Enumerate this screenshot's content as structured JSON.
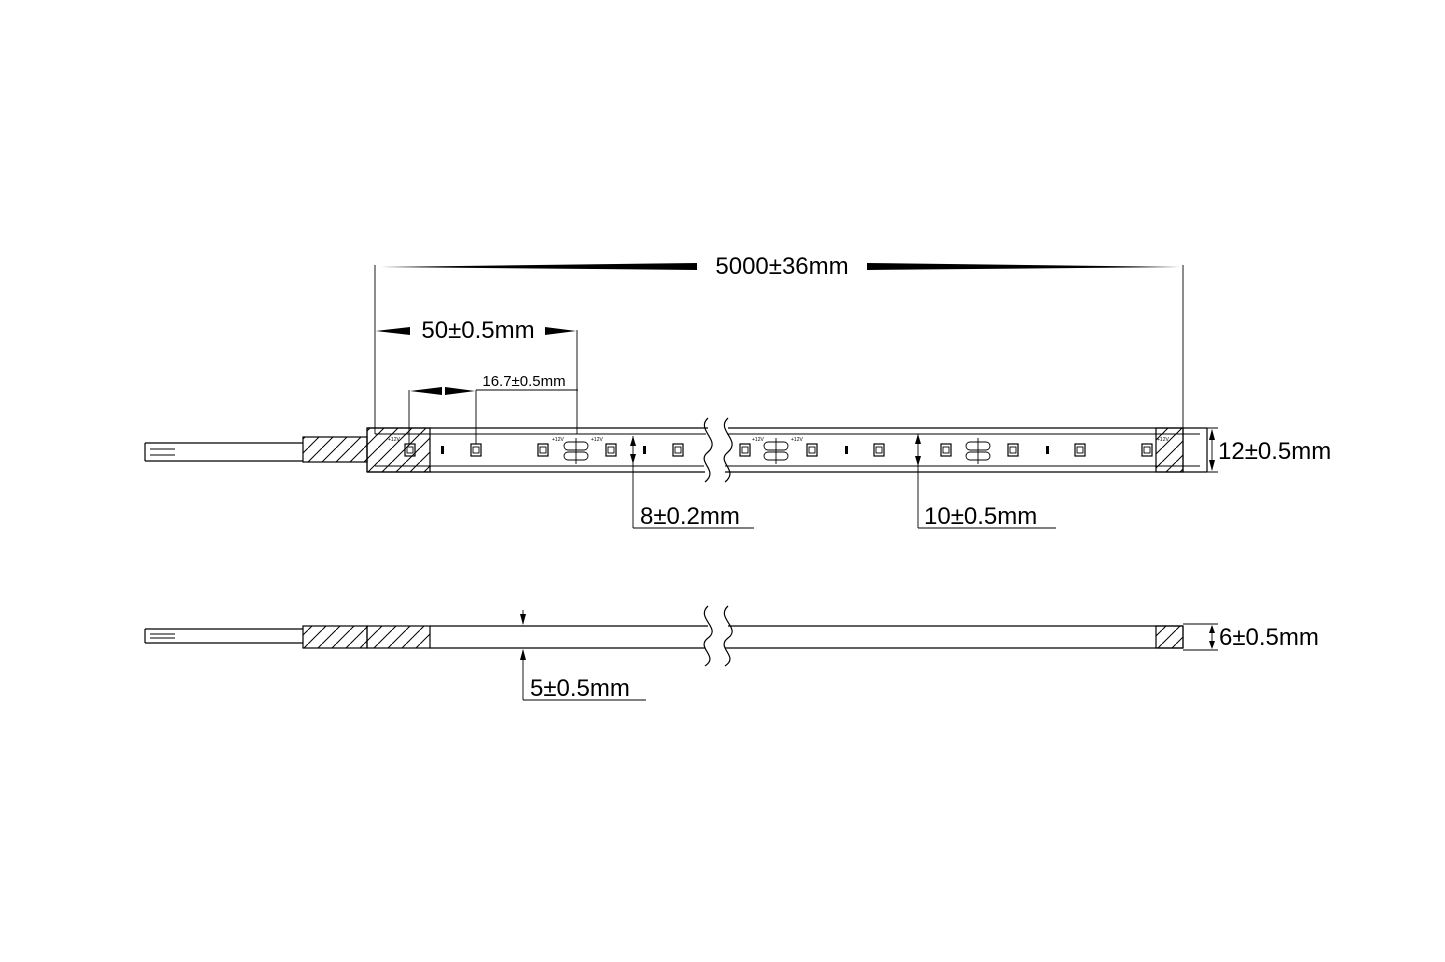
{
  "dimensions": {
    "total_length": "5000±36mm",
    "cut_length": "50±0.5mm",
    "led_pitch": "16.7±0.5mm",
    "strip_width": "12±0.5mm",
    "pcb_width": "8±0.2mm",
    "inner_width": "10±0.5mm",
    "end_cap_height": "6±0.5mm",
    "strip_thickness": "5±0.5mm"
  },
  "pcb_markings": {
    "voltage": "+12V"
  },
  "colors": {
    "line": "#000000",
    "background": "#ffffff"
  }
}
